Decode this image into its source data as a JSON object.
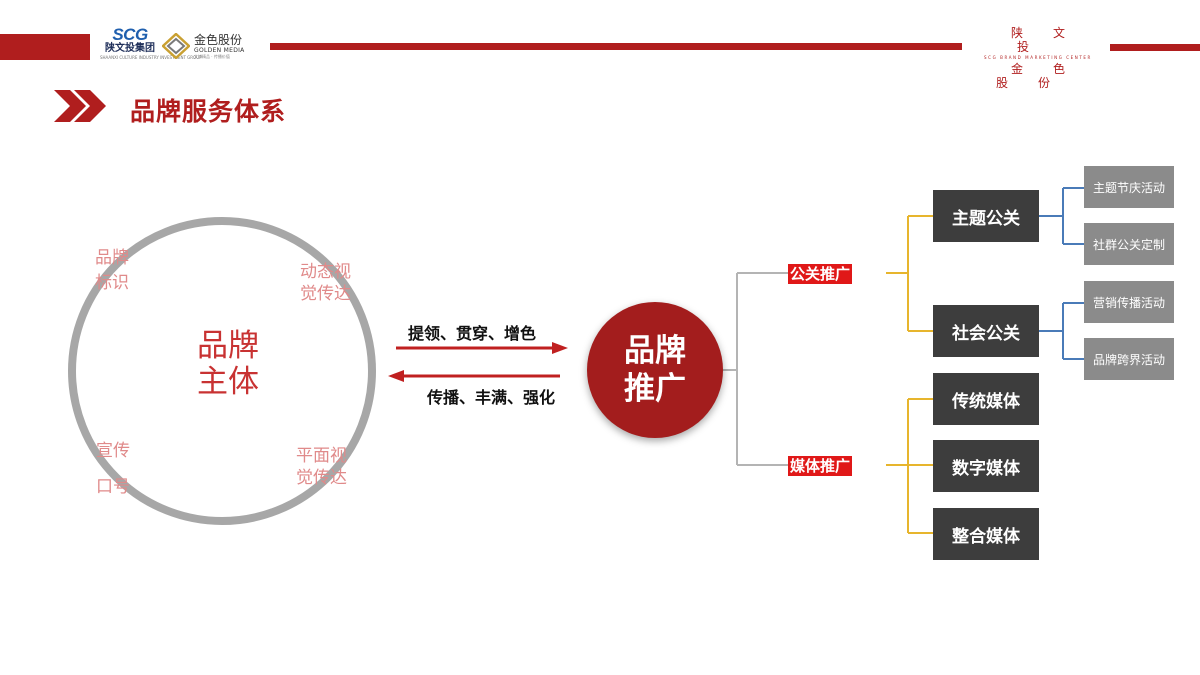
{
  "header": {
    "logo_scg": {
      "mark": "SCG",
      "name": "陕文投集团",
      "sub": "SHAANXI CULTURE INDUSTRY INVESTMENT GROUP"
    },
    "logo_golden": {
      "name": "金色股份",
      "name_en": "GOLDEN MEDIA",
      "sub": "文博精品 · 传播价值"
    },
    "brand_right": {
      "line1": "陕文投",
      "line_en": "SCG BRAND MARKETING CENTER",
      "line2": "金色股份"
    },
    "accent_color": "#b01e1e"
  },
  "page": {
    "title": "品牌服务体系"
  },
  "ring": {
    "center": [
      "品牌",
      "主体"
    ],
    "labels": {
      "top_left": [
        "品牌",
        "标识"
      ],
      "top_right": [
        "动态视",
        "觉传达"
      ],
      "bottom_left": [
        "宣传",
        "口号"
      ],
      "bottom_right": [
        "平面视",
        "觉传达"
      ]
    }
  },
  "arrows": {
    "forward_label": "提领、贯穿、增色",
    "backward_label": "传播、丰满、强化"
  },
  "promotion": {
    "lines": [
      "品牌",
      "推广"
    ]
  },
  "branches": {
    "pr": {
      "label": "公关推广",
      "items": [
        {
          "label": "主题公关",
          "children": [
            "主题节庆活动",
            "社群公关定制"
          ]
        },
        {
          "label": "社会公关",
          "children": [
            "营销传播活动",
            "品牌跨界活动"
          ]
        }
      ]
    },
    "media": {
      "label": "媒体推广",
      "items": [
        "传统媒体",
        "数字媒体",
        "整合媒体"
      ]
    }
  }
}
